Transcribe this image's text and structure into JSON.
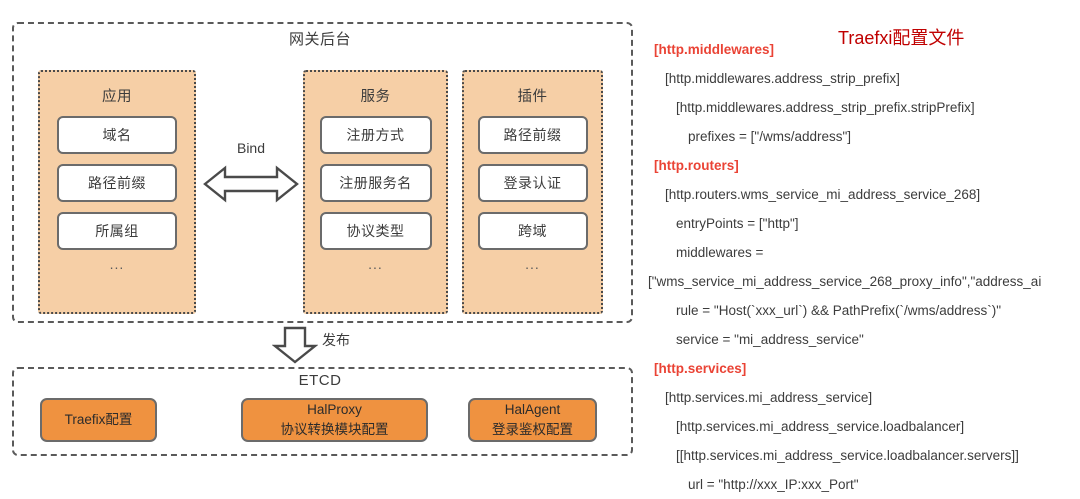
{
  "diagram": {
    "gateway": {
      "title": "网关后台",
      "panels": [
        {
          "name": "应用",
          "items": [
            "域名",
            "路径前缀",
            "所属组"
          ],
          "more": "..."
        },
        {
          "name": "服务",
          "items": [
            "注册方式",
            "注册服务名",
            "协议类型"
          ],
          "more": "..."
        },
        {
          "name": "插件",
          "items": [
            "路径前缀",
            "登录认证",
            "跨域"
          ],
          "more": "..."
        }
      ],
      "bind_label": "Bind"
    },
    "publish_label": "发布",
    "etcd": {
      "title": "ETCD",
      "chips": [
        {
          "line1": "Traefix配置",
          "line2": ""
        },
        {
          "line1": "HalProxy",
          "line2": "协议转换模块配置"
        },
        {
          "line1": "HalAgent",
          "line2": "登录鉴权配置"
        }
      ]
    },
    "colors": {
      "panel_fill": "#f6cfa6",
      "chip_fill": "#ffffff",
      "orange_fill": "#ef9240",
      "border": "#5a5a5a"
    }
  },
  "config": {
    "title": "Traefxi配置文件",
    "colors": {
      "section": "#ea4335",
      "title": "#c00000",
      "body": "#3c3c3c"
    },
    "lines": [
      {
        "text": "[http.middlewares]",
        "indent": 0,
        "section": true
      },
      {
        "text": "[http.middlewares.address_strip_prefix]",
        "indent": 1,
        "section": false
      },
      {
        "text": "[http.middlewares.address_strip_prefix.stripPrefix]",
        "indent": 2,
        "section": false
      },
      {
        "text": "prefixes = [\"/wms/address\"]",
        "indent": 3,
        "section": false
      },
      {
        "text": "[http.routers]",
        "indent": 0,
        "section": true
      },
      {
        "text": "[http.routers.wms_service_mi_address_service_268]",
        "indent": 1,
        "section": false
      },
      {
        "text": "entryPoints = [\"http\"]",
        "indent": 2,
        "section": false
      },
      {
        "text": "middlewares =",
        "indent": 2,
        "section": false
      },
      {
        "text": "[\"wms_service_mi_address_service_268_proxy_info\",\"address_ai",
        "indent": -1,
        "section": false
      },
      {
        "text": "rule = \"Host(`xxx_url`) && PathPrefix(`/wms/address`)\"",
        "indent": 2,
        "section": false
      },
      {
        "text": "service = \"mi_address_service\"",
        "indent": 2,
        "section": false
      },
      {
        "text": "[http.services]",
        "indent": 0,
        "section": true
      },
      {
        "text": "[http.services.mi_address_service]",
        "indent": 1,
        "section": false
      },
      {
        "text": "[http.services.mi_address_service.loadbalancer]",
        "indent": 2,
        "section": false
      },
      {
        "text": "[[http.services.mi_address_service.loadbalancer.servers]]",
        "indent": 2,
        "section": false
      },
      {
        "text": "url = \"http://xxx_IP:xxx_Port\"",
        "indent": 3,
        "section": false
      }
    ]
  }
}
